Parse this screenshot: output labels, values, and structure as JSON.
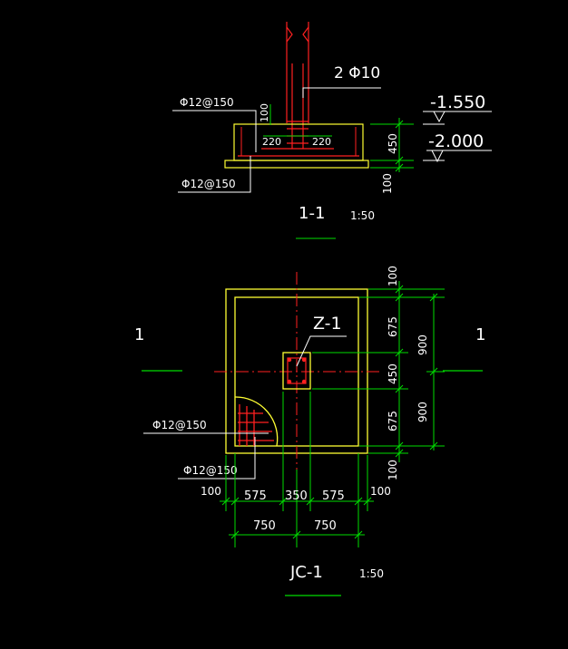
{
  "colors": {
    "background": "#000000",
    "concrete": "#ffff33",
    "rebar": "#ff2020",
    "dimension": "#00dd00",
    "text": "#ffffff",
    "leader": "#ffffff"
  },
  "section": {
    "title": "1-1",
    "scale": "1:50",
    "rebar_col": "2 Φ10",
    "rebar_top": "Φ12@150",
    "rebar_bottom": "Φ12@150",
    "dim_100_top": "100",
    "dim_220_left": "220",
    "dim_220_right": "220",
    "dim_450": "450",
    "dim_100_bottom": "100",
    "elev_top": "-1.550",
    "elev_bottom": "-2.000"
  },
  "plan": {
    "title": "JC-1",
    "scale": "1:50",
    "column_label": "Z-1",
    "cut_left": "1",
    "cut_right": "1",
    "rebar_a": "Φ12@150",
    "rebar_b": "Φ12@150",
    "right_dims": {
      "d100_top": "100",
      "d675_top": "675",
      "d450": "450",
      "d675_bottom": "675",
      "d100_bottom": "100",
      "d900_top": "900",
      "d900_bottom": "900"
    },
    "bottom_dims": {
      "d100_left": "100",
      "d575_left": "575",
      "d350": "350",
      "d575_right": "575",
      "d100_right": "100",
      "d750_left": "750",
      "d750_right": "750"
    }
  }
}
